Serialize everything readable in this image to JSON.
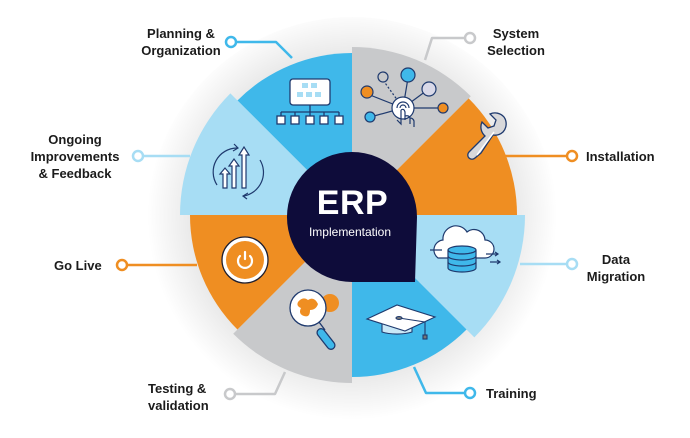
{
  "center": {
    "title": "ERP",
    "subtitle": "Implementation"
  },
  "colors": {
    "blue": "#3FB8EA",
    "light_blue": "#A7DDF4",
    "orange": "#EF8E22",
    "gray": "#C8C9CB",
    "navy": "#0E0C3A",
    "text": "#1B1B1B"
  },
  "steps": [
    {
      "id": "planning",
      "label": "Planning &\nOrganization",
      "icon": "org-chart-icon",
      "color": "#3FB8EA"
    },
    {
      "id": "system-selection",
      "label": "System\nSelection",
      "icon": "network-touch-icon",
      "color": "#C8C9CB"
    },
    {
      "id": "installation",
      "label": "Installation",
      "icon": "wrench-icon",
      "color": "#EF8E22"
    },
    {
      "id": "data-migration",
      "label": "Data\nMigration",
      "icon": "cloud-database-icon",
      "color": "#A7DDF4"
    },
    {
      "id": "training",
      "label": "Training",
      "icon": "graduation-cap-icon",
      "color": "#3FB8EA"
    },
    {
      "id": "testing",
      "label": "Testing &\nvalidation",
      "icon": "magnifier-gear-icon",
      "color": "#C8C9CB"
    },
    {
      "id": "go-live",
      "label": "Go Live",
      "icon": "power-icon",
      "color": "#EF8E22"
    },
    {
      "id": "ongoing",
      "label": "Ongoing\nImprovements\n& Feedback",
      "icon": "growth-cycle-icon",
      "color": "#A7DDF4"
    }
  ]
}
